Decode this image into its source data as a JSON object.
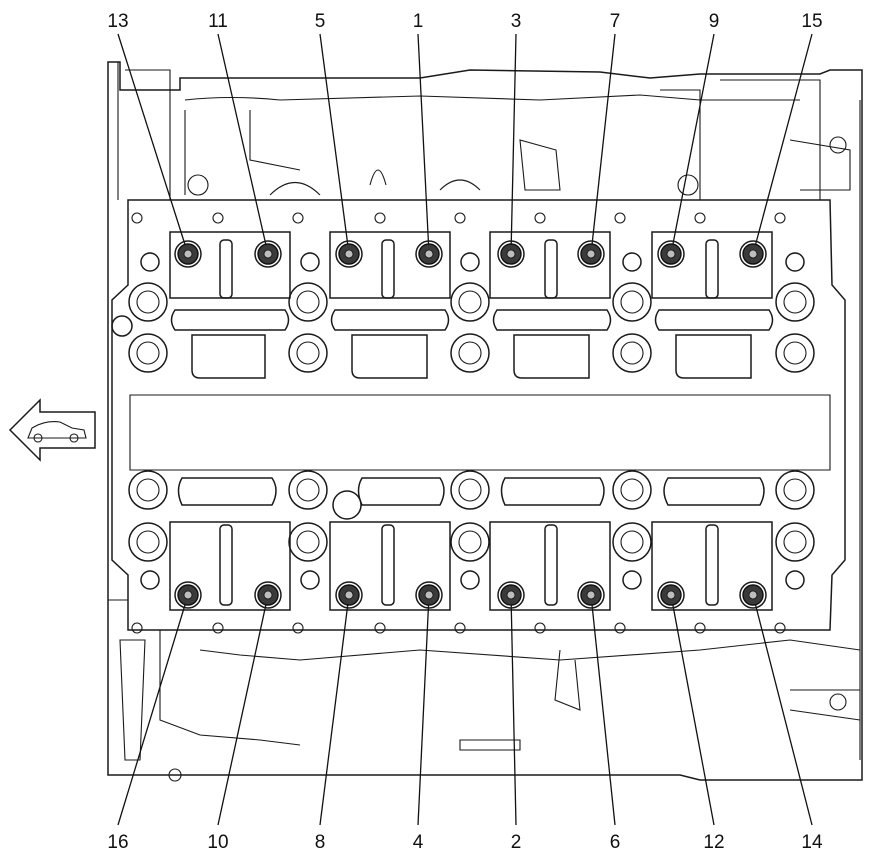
{
  "diagram": {
    "front_arrow_icon": "car-front-arrow-icon",
    "top_bolts": [
      {
        "label": "13"
      },
      {
        "label": "11"
      },
      {
        "label": "5"
      },
      {
        "label": "1"
      },
      {
        "label": "3"
      },
      {
        "label": "7"
      },
      {
        "label": "9"
      },
      {
        "label": "15"
      }
    ],
    "bottom_bolts": [
      {
        "label": "16"
      },
      {
        "label": "10"
      },
      {
        "label": "8"
      },
      {
        "label": "4"
      },
      {
        "label": "2"
      },
      {
        "label": "6"
      },
      {
        "label": "12"
      },
      {
        "label": "14"
      }
    ]
  }
}
